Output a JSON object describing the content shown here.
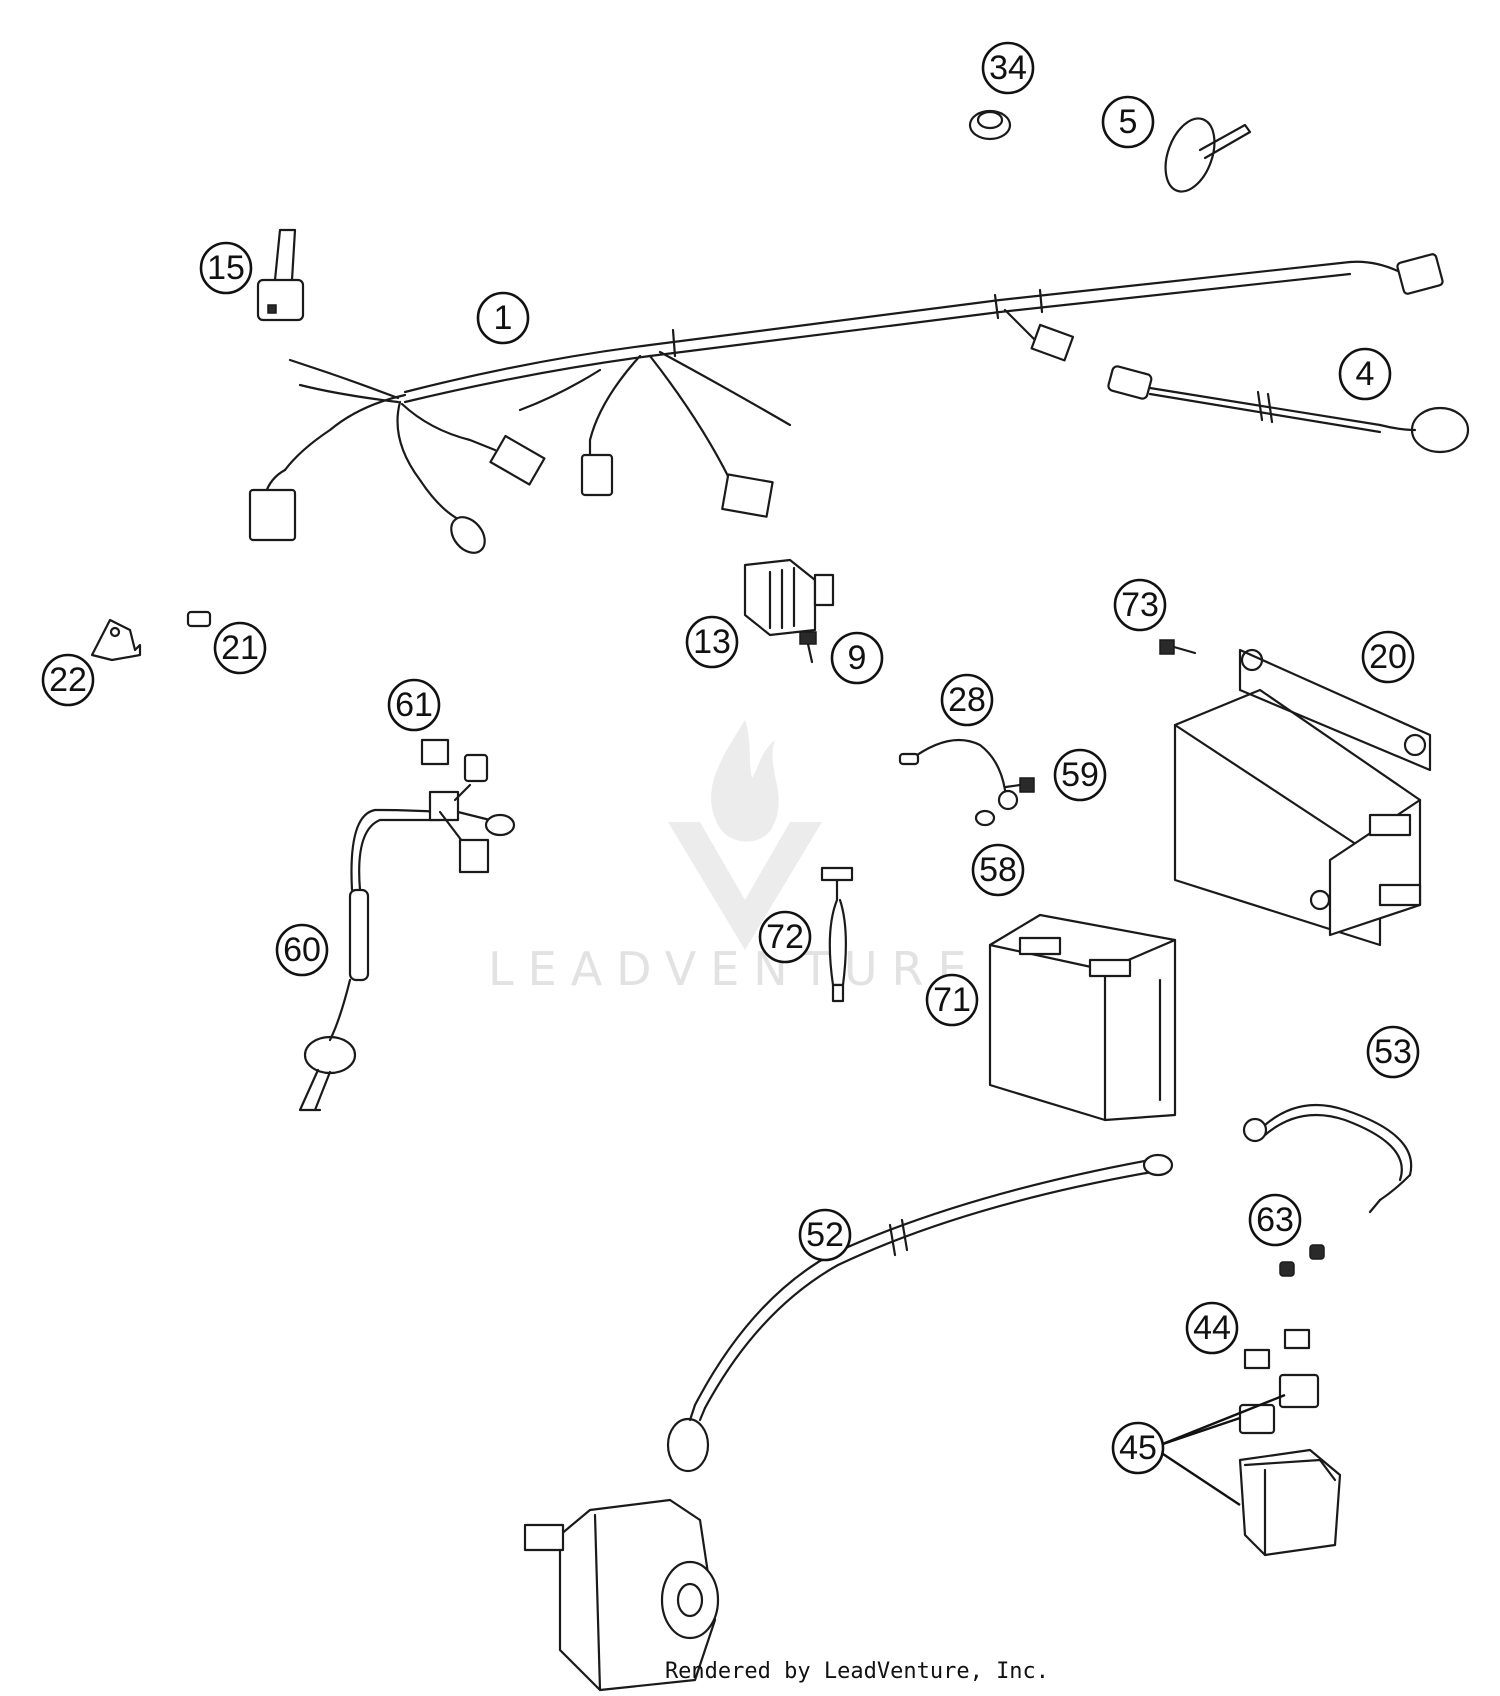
{
  "callouts": [
    {
      "id": "1",
      "label": "1"
    },
    {
      "id": "4",
      "label": "4"
    },
    {
      "id": "5",
      "label": "5"
    },
    {
      "id": "9",
      "label": "9"
    },
    {
      "id": "13",
      "label": "13"
    },
    {
      "id": "15",
      "label": "15"
    },
    {
      "id": "20",
      "label": "20"
    },
    {
      "id": "21",
      "label": "21"
    },
    {
      "id": "22",
      "label": "22"
    },
    {
      "id": "28",
      "label": "28"
    },
    {
      "id": "34",
      "label": "34"
    },
    {
      "id": "44",
      "label": "44"
    },
    {
      "id": "45",
      "label": "45"
    },
    {
      "id": "52",
      "label": "52"
    },
    {
      "id": "53",
      "label": "53"
    },
    {
      "id": "58",
      "label": "58"
    },
    {
      "id": "59",
      "label": "59"
    },
    {
      "id": "60",
      "label": "60"
    },
    {
      "id": "61",
      "label": "61"
    },
    {
      "id": "63",
      "label": "63"
    },
    {
      "id": "71",
      "label": "71"
    },
    {
      "id": "72",
      "label": "72"
    },
    {
      "id": "73",
      "label": "73"
    }
  ],
  "watermark": {
    "text": "LEADVENTURE"
  },
  "footer": {
    "credit": "Rendered by LeadVenture, Inc."
  }
}
